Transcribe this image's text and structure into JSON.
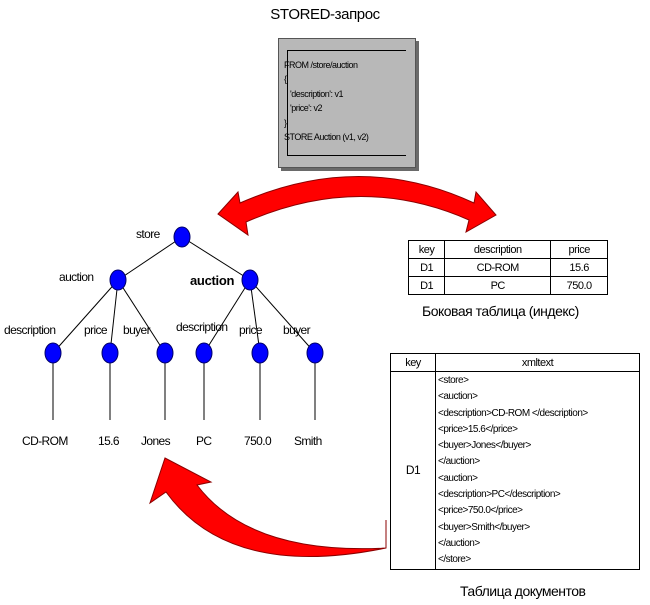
{
  "title": "STORED-запрос",
  "query": {
    "lines": [
      "FROM /store/auction",
      "{",
      "   'description': v1",
      "   'price': v2",
      "}",
      "STORE Auction (v1, v2)"
    ]
  },
  "tree": {
    "root": "store",
    "auction_1": "auction",
    "auction_2": "auction",
    "fields": [
      "description",
      "price",
      "buyer",
      "description",
      "price",
      "buyer"
    ],
    "leaves": [
      "CD-ROM",
      "15.6",
      "Jones",
      "PC",
      "750.0",
      "Smith"
    ]
  },
  "side_table": {
    "headers": [
      "key",
      "description",
      "price"
    ],
    "rows": [
      [
        "D1",
        "CD-ROM",
        "15.6"
      ],
      [
        "D1",
        "PC",
        "750.0"
      ]
    ],
    "caption": "Боковая таблица (индекс)"
  },
  "doc_table": {
    "headers": [
      "key",
      "xmltext"
    ],
    "key": "D1",
    "xml_lines": [
      "<store>",
      "   <auction>",
      "      <description>CD-ROM </description>",
      "      <price>15.6</price>",
      "      <buyer>Jones</buyer>",
      "   </auction>",
      "   <auction>",
      "      <description>PC</description>",
      "      <price>750.0</price>",
      "      <buyer>Smith</buyer>",
      "   </auction>",
      "</store>"
    ],
    "caption": "Таблица документов"
  },
  "colors": {
    "node": "#0000ff",
    "arrow": "#ff0000",
    "query_bg": "#b8b8b8"
  }
}
